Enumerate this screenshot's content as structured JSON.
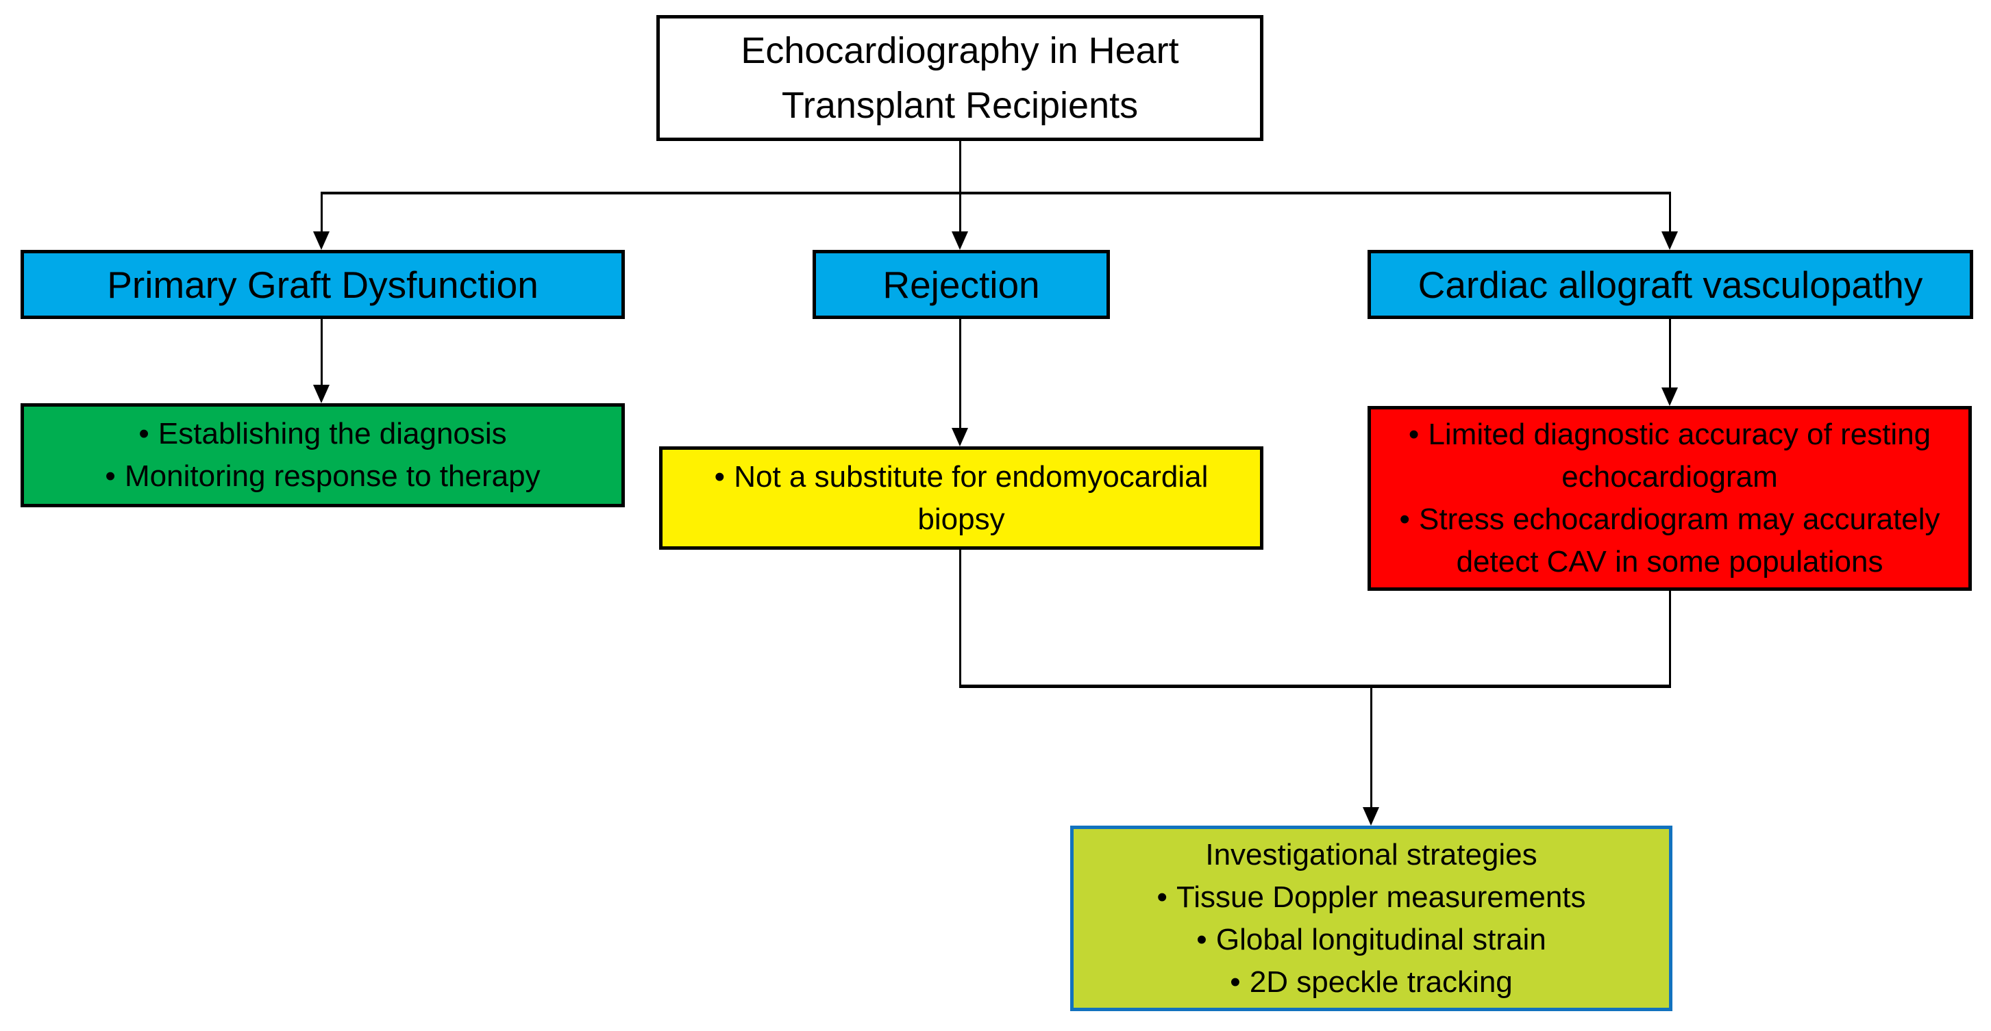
{
  "bullet": "•",
  "colors": {
    "title_bg": "#FFFFFF",
    "box_blue": "#00A9E9",
    "box_green": "#00AE50",
    "box_yellow": "#FFF200",
    "box_red": "#FF0000",
    "box_yellowgreen": "#C3D733",
    "yellowgreen_border": "#1272BE",
    "line_black": "#000000"
  },
  "title_box": {
    "text": "Echocardiography in Heart Transplant Recipients"
  },
  "branch_boxes": {
    "primary_graft_dysfunction": {
      "label": "Primary Graft Dysfunction"
    },
    "rejection": {
      "label": "Rejection"
    },
    "cardiac_allograft_vasculopathy": {
      "label": "Cardiac allograft vasculopathy"
    }
  },
  "detail_boxes": {
    "primary_graft_dysfunction": {
      "bullets": [
        "Establishing the diagnosis",
        "Monitoring response to therapy"
      ]
    },
    "rejection": {
      "bullets": [
        "Not a substitute for endomyocardial biopsy"
      ]
    },
    "cardiac_allograft_vasculopathy": {
      "bullets": [
        "Limited diagnostic accuracy of resting echocardiogram",
        "Stress echocardiogram may accurately detect CAV in some populations"
      ]
    },
    "investigational": {
      "heading": "Investigational strategies",
      "bullets": [
        "Tissue Doppler measurements",
        "Global longitudinal strain",
        "2D speckle tracking"
      ]
    }
  }
}
